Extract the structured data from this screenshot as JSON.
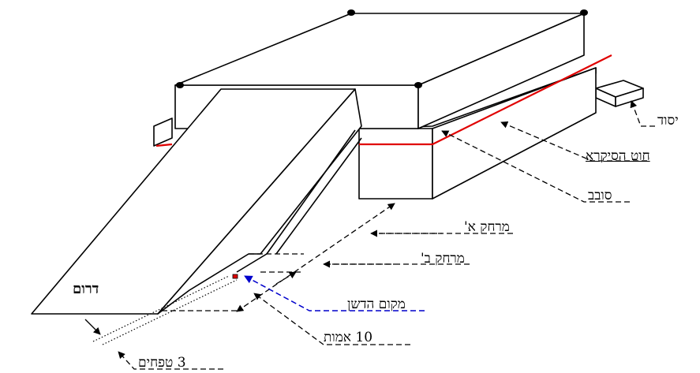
{
  "labels": {
    "yesod": "יסוד",
    "chut_hasikra": "חוט הסיקרא",
    "sovev": "סובב",
    "merchak_a": "מרחק א'",
    "merchak_b": "מרחק ב'",
    "mekom_hadeshen": "מקום הדשן",
    "amot_10": "10 אמות",
    "tefachim_3": "3 טפחים",
    "darom": "דרום"
  },
  "colors": {
    "line": "#000000",
    "sikra_line": "#e00000",
    "deshen_arrow": "#0000cc",
    "background": "#ffffff"
  }
}
